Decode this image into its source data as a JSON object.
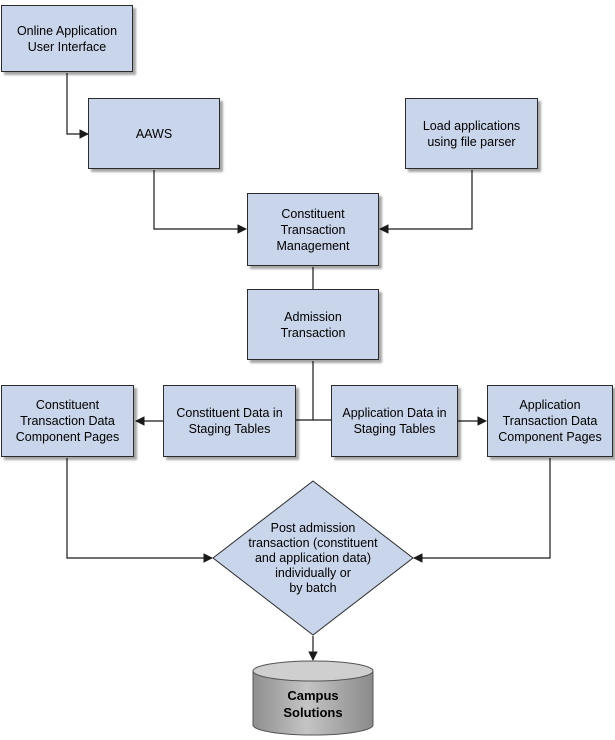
{
  "colors": {
    "box_fill": "#c9d5ea",
    "box_border": "#2b2b2b",
    "connector": "#1a1a1a",
    "database_fill": "#b0b0b0"
  },
  "nodes": {
    "online_app_ui": "Online Application\nUser Interface",
    "aaws": "AAWS",
    "load_apps": "Load applications\nusing file parser",
    "ctm": "Constituent\nTransaction\nManagement",
    "admission_txn": "Admission\nTransaction",
    "constituent_pages": "Constituent\nTransaction Data\nComponent Pages",
    "constituent_staging": "Constituent Data in\nStaging Tables",
    "application_staging": "Application Data  in\nStaging Tables",
    "application_pages": "Application\nTransaction Data\nComponent Pages",
    "post_decision": "Post admission\ntransaction (constituent\nand application data)\nindividually or\nby batch",
    "campus_solutions": "Campus\nSolutions"
  }
}
